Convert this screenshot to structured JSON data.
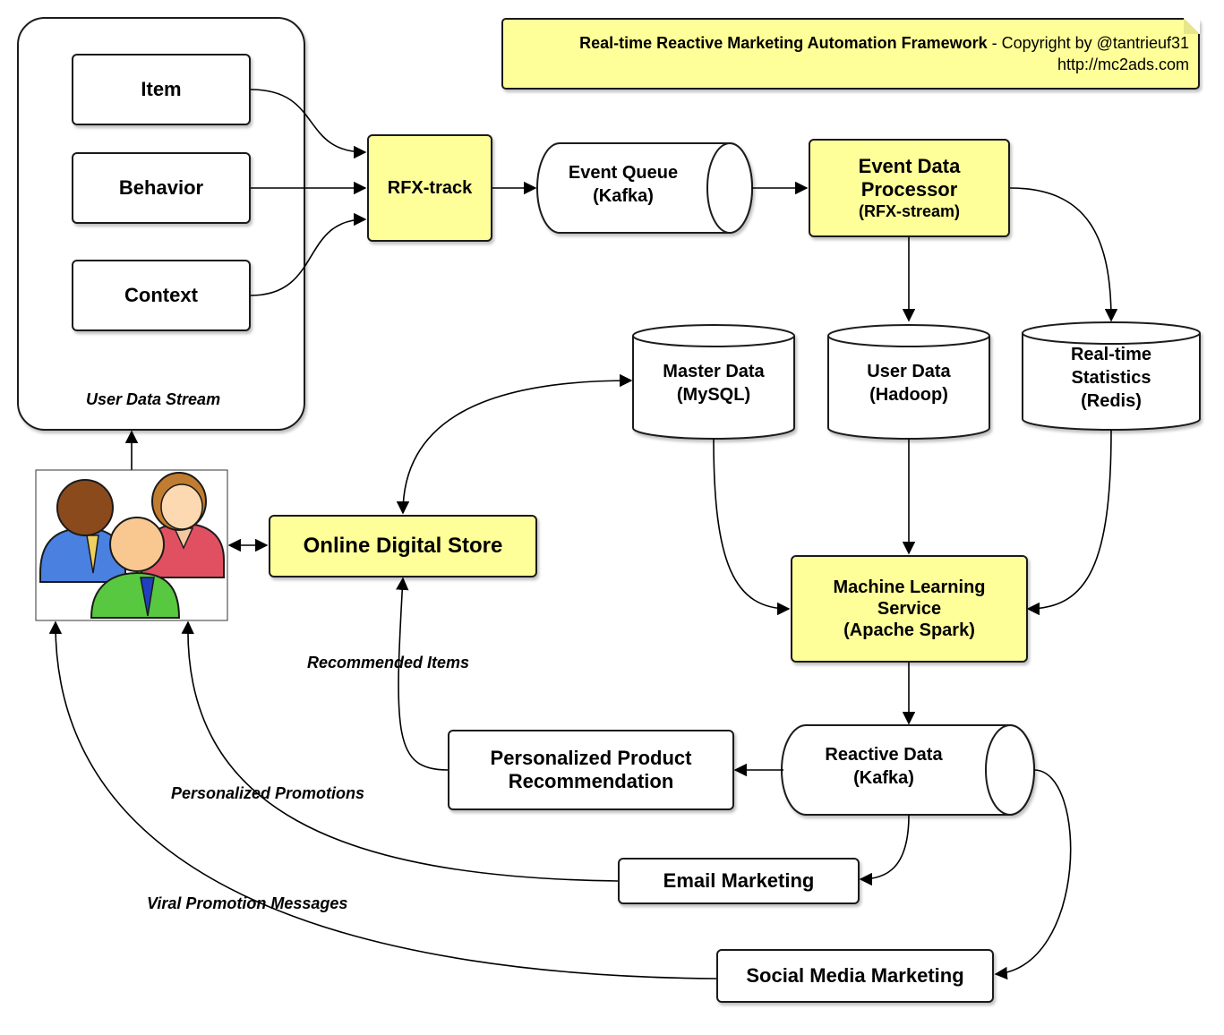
{
  "note": {
    "title_bold": "Real-time Reactive Marketing Automation Framework",
    "title_rest": " - Copyright by @tantrieuf31",
    "url": "http://mc2ads.com"
  },
  "user_stream": {
    "caption": "User Data Stream",
    "item": "Item",
    "behavior": "Behavior",
    "context": "Context"
  },
  "rfx_track": "RFX-track",
  "event_queue": {
    "line1": "Event Queue",
    "line2": "(Kafka)"
  },
  "event_processor": {
    "line1": "Event Data",
    "line2": "Processor",
    "line3": "(RFX-stream)"
  },
  "master_data": {
    "line1": "Master Data",
    "line2": "(MySQL)"
  },
  "user_data": {
    "line1": "User Data",
    "line2": "(Hadoop)"
  },
  "realtime_stats": {
    "line1": "Real-time",
    "line2": "Statistics",
    "line3": "(Redis)"
  },
  "online_store": "Online Digital Store",
  "ml_service": {
    "line1": "Machine Learning",
    "line2": "Service",
    "line3": "(Apache Spark)"
  },
  "reactive_data": {
    "line1": "Reactive Data",
    "line2": "(Kafka)"
  },
  "recommendation": {
    "line1": "Personalized Product",
    "line2": "Recommendation"
  },
  "email_marketing": "Email Marketing",
  "social_marketing": "Social Media Marketing",
  "labels": {
    "recommended_items": "Recommended Items",
    "personalized_promotions": "Personalized Promotions",
    "viral_messages": "Viral Promotion Messages"
  },
  "colors": {
    "highlight": "#ffff99",
    "stroke": "#1a1a1a"
  },
  "icons": {
    "users": "people-group-icon"
  }
}
